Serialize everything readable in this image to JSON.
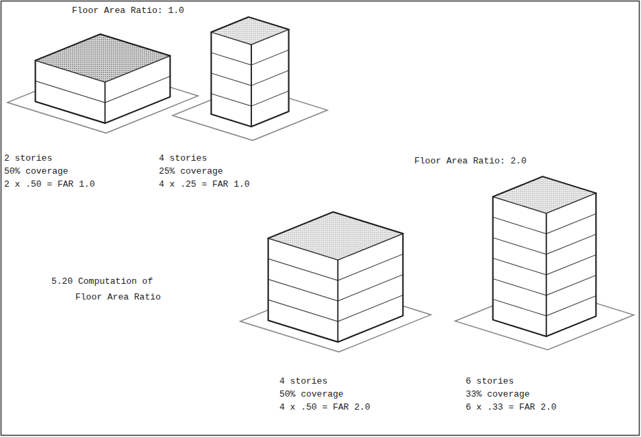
{
  "diagram": {
    "caption": "5.20 Computation of Floor Area Ratio",
    "labels": [
      "Floor Area Ratio: 1.0",
      "2 stories",
      "50% coverage",
      "2 x .50 = FAR 1.0",
      "4 stories",
      "25% coverage",
      "4 x .25 = FAR 1.0",
      "Floor Area Ratio: 2.0",
      "4 stories",
      "50% coverage",
      "4 x .50 = FAR 2.0",
      "6 stories",
      "33% coverage",
      "6 x .33 = FAR 2.0"
    ]
  }
}
